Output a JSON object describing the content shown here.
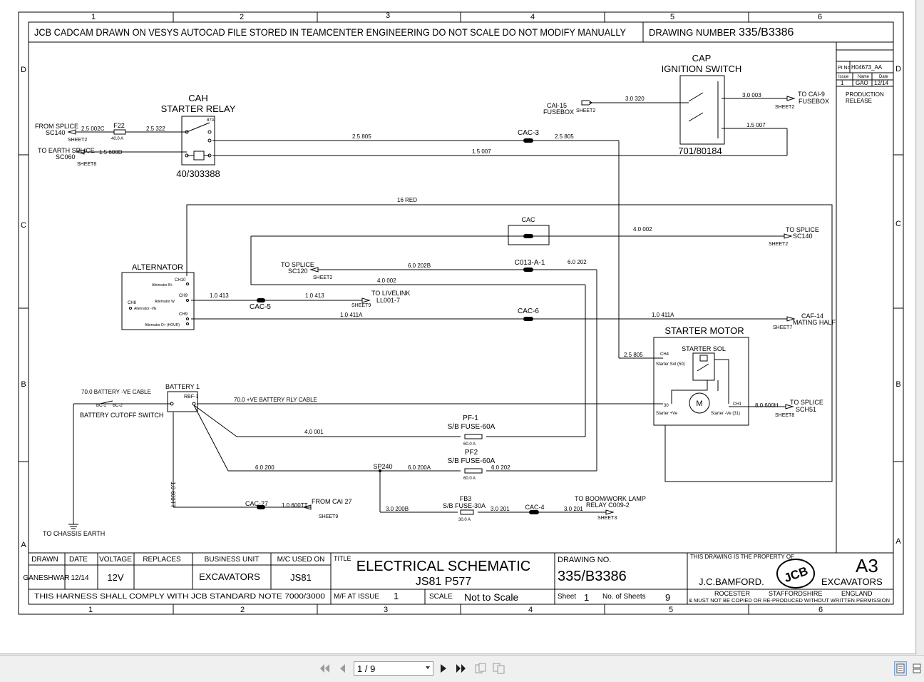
{
  "grid": {
    "columns": [
      "1",
      "2",
      "3",
      "4",
      "5",
      "6"
    ],
    "rows": [
      "D",
      "C",
      "B",
      "A"
    ]
  },
  "header": {
    "note": "JCB CADCAM DRAWN ON VESYS  AUTOCAD FILE STORED IN TEAMCENTER ENGINEERING DO NOT SCALE  DO NOT MODIFY MANUALLY",
    "drawing_number_label": "DRAWING NUMBER",
    "drawing_number": "335/B3386"
  },
  "revision": {
    "pi_label": "PI No",
    "pi_value": "H04673_AA",
    "issue_label": "Issue",
    "name_label": "Name",
    "date_label": "Date",
    "issue": "1",
    "name": "GAO",
    "date": "12/14",
    "release_line1": "PRODUCTION",
    "release_line2": "RELEASE"
  },
  "components": {
    "cah_title": "CAH",
    "cah_sub": "STARTER RELAY",
    "cah_part": "40/303388",
    "cap_title": "CAP",
    "cap_sub": "IGNITION SWITCH",
    "cap_part": "701/80184",
    "alternator": "ALTERNATOR",
    "starter_motor": "STARTER MOTOR",
    "starter_sol": "STARTER SOL",
    "battery": "BATTERY 1",
    "cac": "CAC",
    "cac3": "CAC-3",
    "cac5": "CAC-5",
    "cac6": "CAC-6",
    "cac27": "CAC-27",
    "cac4": "CAC-4",
    "c013": "C013-A-1",
    "pf1": "PF-1",
    "pf2": "PF2",
    "sb_fuse60": "S/B FUSE-60A",
    "fb3": "FB3",
    "sb_fuse30": "S/B FUSE-30A",
    "sp240": "SP240",
    "f22": "F22"
  },
  "labels": {
    "from_splice": "FROM SPLICE",
    "sc140": "SC140",
    "sheet2": "SHEET2",
    "to_earth_splice": "TO EARTH SPLICE",
    "sc060": "SC060",
    "sheet8": "SHEET8",
    "cai15": "CAI-15",
    "fusebox": "FUSEBOX",
    "to_cai9": "TO CAI-9",
    "to_splice": "TO SPLICE",
    "sc120": "SC120",
    "to_livelink": "TO LIVELINK",
    "ll001": "LL001-7",
    "sheet9": "SHEET9",
    "caf14": "CAF-14",
    "mating_half": "MATING HALF",
    "sheet7": "SHEET7",
    "sch51": "SCH51",
    "batt_ve_cable": "70.0 BATTERY -VE CABLE",
    "battery_cutoff": "BATTERY CUTOFF SWITCH",
    "bc1": "BC-1",
    "bc2": "BC-2",
    "rbf1": "RBF-1",
    "ve_batt_rly": "70.0 +VE BATTERY RLY CABLE",
    "to_chassis": "TO CHASSIS EARTH",
    "from_cai27": "FROM CAI 27",
    "to_boom": "TO BOOM/WORK LAMP",
    "relay_c009": "RELAY C009-2",
    "sheet3": "SHEET3",
    "red16": "16 RED",
    "alt_bplus": "Alternator B+",
    "alt_w": "Alternator W",
    "alt_ve": "Alternator -VE",
    "alt_dplus": "Alternator D+ (HOUR)",
    "ch10": "CH10",
    "ch9": "CH9",
    "ch8": "CH8",
    "ch4": "CH4",
    "ch1": "CH1",
    "starter_sol50": "Starter Sol (50)",
    "starter_ve": "Starter +Ve",
    "starter_ve31": "Starter -Ve (31)",
    "motor_m": "M",
    "num30": "30",
    "r87a": "87A",
    "fuse_rating": "40.0 A",
    "f60": "60.0 A",
    "f30": "30.0 A"
  },
  "wires": {
    "w002c": "2.5 002C",
    "w322": "2.5 322",
    "w600d": "1.5 600D",
    "w805": "2.5 805",
    "w805b": "2.5 805",
    "w805c": "2.5 805",
    "w007": "1.5 007",
    "w007b": "1.5 007",
    "w320": "3.0 320",
    "w003": "3.0 003",
    "w4002": "4.0 002",
    "w4002b": "4.0 002",
    "w202b": "6.0 202B",
    "w202": "6.0 202",
    "w413": "1.0 413",
    "w413b": "1.0 413",
    "w411a": "1.0 411A",
    "w411ab": "1.0 411A",
    "w600h": "8.0 600H",
    "w001": "4.0 001",
    "w200": "6.0 200",
    "w200a": "6.0 200A",
    "w202c": "6.0 202",
    "w200b": "3.0 200B",
    "w201": "3.0 201",
    "w201b": "3.0 201",
    "w600tt": "1.0 600TT",
    "w600tt_v": "1.0 600TT"
  },
  "titleblock": {
    "drawn_label": "DRAWN",
    "date_label": "DATE",
    "voltage_label": "VOLTAGE",
    "replaces_label": "REPLACES",
    "bu_label": "BUSINESS UNIT",
    "mc_label": "M/C USED ON",
    "title_label": "TITLE",
    "drawn": "GANESHWAR",
    "date": "12/14",
    "voltage": "12V",
    "bu": "EXCAVATORS",
    "mc": "JS81",
    "title1": "ELECTRICAL SCHEMATIC",
    "title2": "JS81 P577",
    "drawing_no_label": "DRAWING NO.",
    "drawing_no": "335/B3386",
    "property": "THIS DRAWING IS THE PROPERTY OF",
    "size": "A3",
    "company": "J.C.BAMFORD.",
    "division": "EXCAVATORS",
    "logo": "JCB",
    "rocester": "ROCESTER",
    "staffs": "STAFFORDSHIRE",
    "england": "ENGLAND",
    "copyright": "& MUST NOT BE COPIED OR RE-PRODUCED WITHOUT WRITTEN PERMISSION",
    "harness_note": "THIS HARNESS SHALL COMPLY WITH JCB STANDARD NOTE 7000/3000",
    "mf_label": "M/F AT ISSUE",
    "mf": "1",
    "scale_label": "SCALE",
    "scale": "Not to Scale",
    "sheet_label": "Sheet",
    "sheet": "1",
    "nsheets_label": "No. of Sheets",
    "nsheets": "9"
  },
  "viewer": {
    "page_indicator": "1 / 9"
  }
}
